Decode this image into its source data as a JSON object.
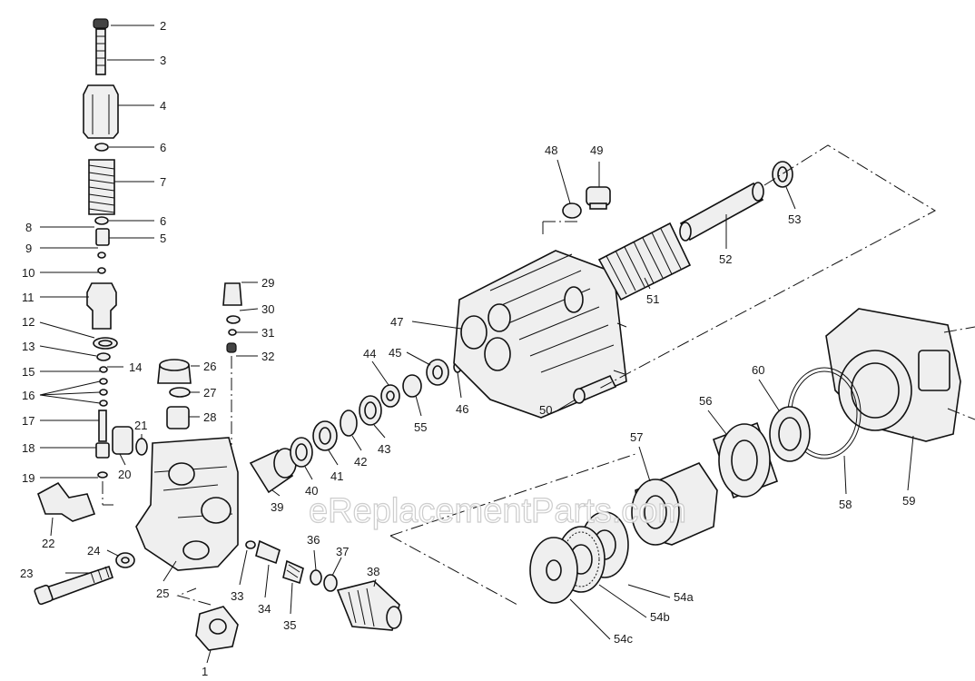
{
  "watermark": "eReplacementParts.com",
  "labels": [
    "2",
    "3",
    "4",
    "6",
    "7",
    "6",
    "5",
    "8",
    "9",
    "10",
    "11",
    "12",
    "13",
    "14",
    "15",
    "16",
    "17",
    "18",
    "19",
    "20",
    "21",
    "22",
    "23",
    "24",
    "25",
    "26",
    "27",
    "28",
    "29",
    "30",
    "31",
    "32",
    "33",
    "34",
    "35",
    "36",
    "37",
    "38",
    "39",
    "40",
    "41",
    "42",
    "43",
    "44",
    "45",
    "46",
    "47",
    "48",
    "49",
    "50",
    "51",
    "52",
    "53",
    "54a",
    "54b",
    "54c",
    "55",
    "56",
    "57",
    "58",
    "59",
    "60",
    "1"
  ]
}
